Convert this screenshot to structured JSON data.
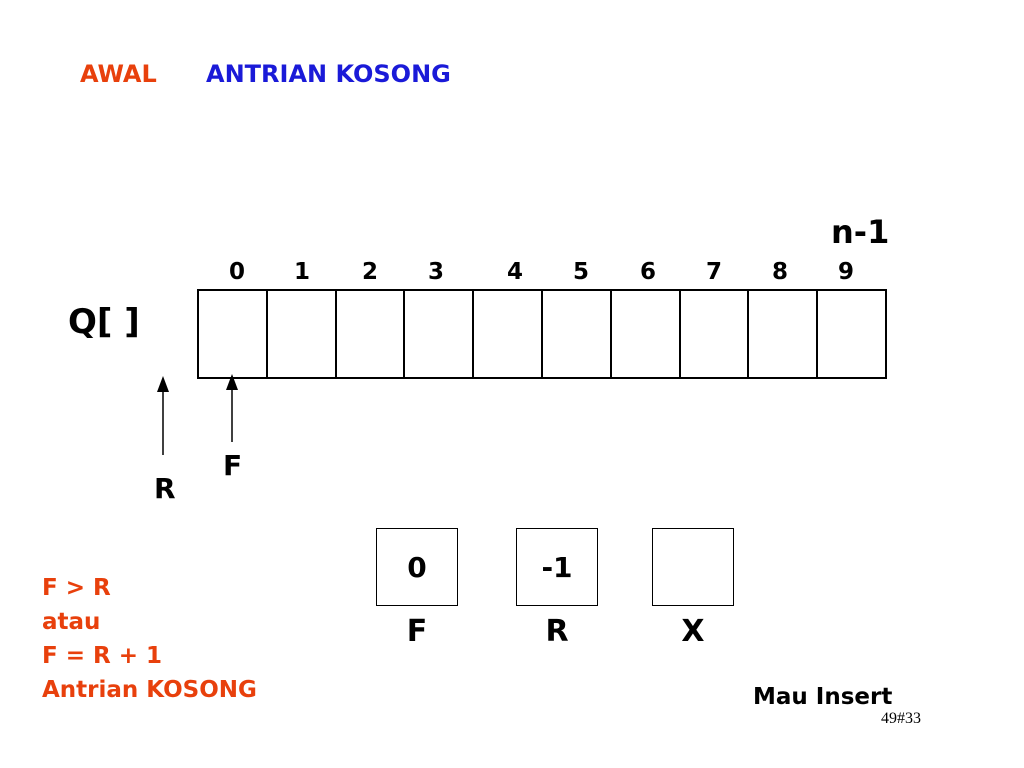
{
  "title": {
    "awal": "AWAL",
    "main": "ANTRIAN KOSONG",
    "awal_color": "#e8400c",
    "main_color": "#1a1ad8"
  },
  "array": {
    "name": "Q[ ]",
    "last_index_label": "n-1",
    "indices": [
      "0",
      "1",
      "2",
      "3",
      "4",
      "5",
      "6",
      "7",
      "8",
      "9"
    ],
    "cells": [
      "",
      "",
      "",
      "",
      "",
      "",
      "",
      "",
      "",
      ""
    ]
  },
  "pointers": {
    "r": {
      "label": "R",
      "points_at_index": -1
    },
    "f": {
      "label": "F",
      "points_at_index": 0
    }
  },
  "variables": [
    {
      "label": "F",
      "value": "0"
    },
    {
      "label": "R",
      "value": "-1"
    },
    {
      "label": "X",
      "value": ""
    }
  ],
  "condition": {
    "color": "#e8400c",
    "lines": [
      "F > R",
      "atau",
      "F = R + 1",
      "Antrian KOSONG"
    ]
  },
  "action": "Mau Insert",
  "page_number": "49#33"
}
